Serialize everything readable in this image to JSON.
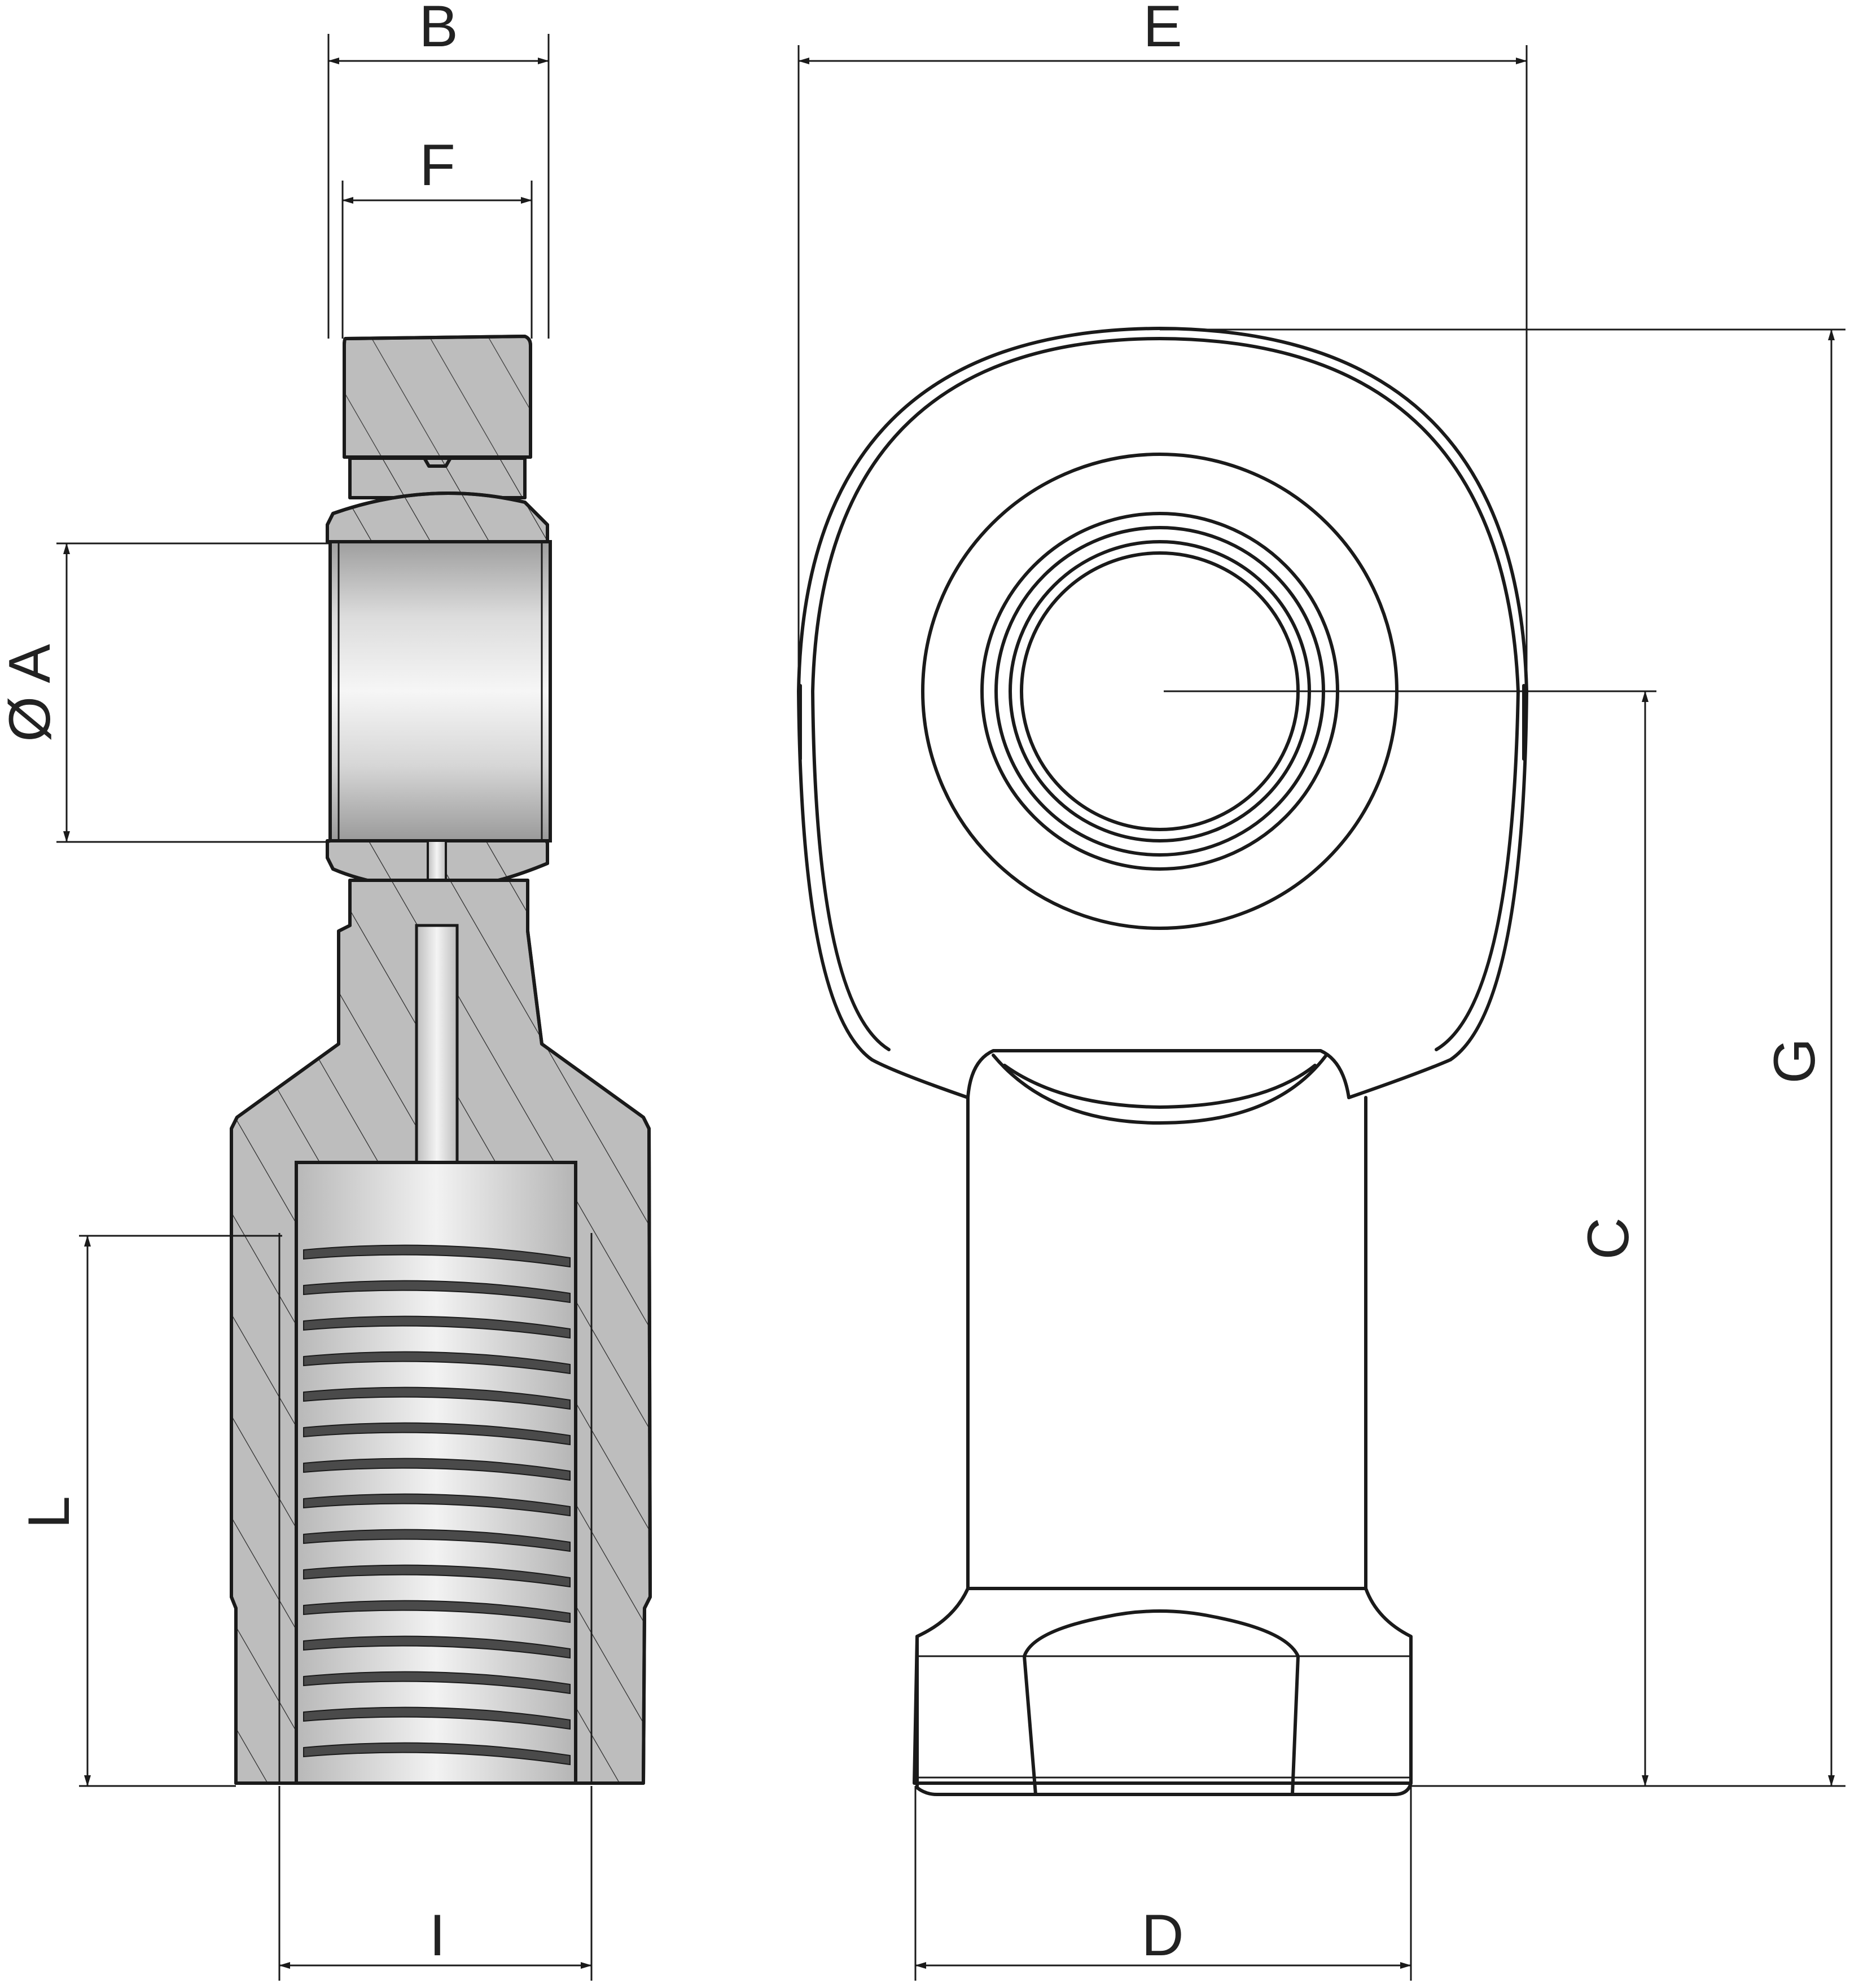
{
  "dimensions": {
    "B": "B",
    "F": "F",
    "E": "E",
    "A": "Ø A",
    "L": "L",
    "I": "I",
    "D": "D",
    "C": "C",
    "G": "G"
  },
  "colors": {
    "line": "#1a1a1a",
    "section_fill": "#bdbdbd",
    "ball_highlight": "#f2f2f2",
    "ball_shadow": "#a8a8a8",
    "background": "#ffffff"
  }
}
